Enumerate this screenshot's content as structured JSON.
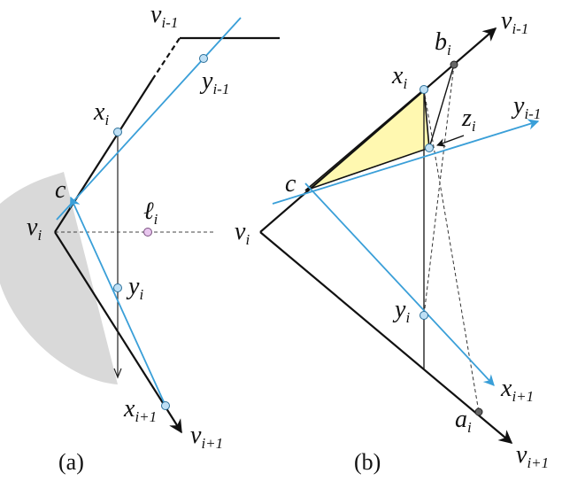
{
  "panel_a": {
    "caption": "(a)",
    "labels": {
      "v_prev": {
        "base": "v",
        "sub": "i-1"
      },
      "y_prev": {
        "base": "y",
        "sub": "i-1"
      },
      "x_i": {
        "base": "x",
        "sub": "i"
      },
      "c": {
        "base": "c",
        "sub": ""
      },
      "ell_i": {
        "base": "ℓ",
        "sub": "i"
      },
      "v_i": {
        "base": "v",
        "sub": "i"
      },
      "y_i": {
        "base": "y",
        "sub": "i"
      },
      "x_next": {
        "base": "x",
        "sub": "i+1"
      },
      "v_next": {
        "base": "v",
        "sub": "i+1"
      }
    }
  },
  "panel_b": {
    "caption": "(b)",
    "labels": {
      "b_i": {
        "base": "b",
        "sub": "i"
      },
      "v_prev": {
        "base": "v",
        "sub": "i-1"
      },
      "x_i": {
        "base": "x",
        "sub": "i"
      },
      "y_prev": {
        "base": "y",
        "sub": "i-1"
      },
      "z_i": {
        "base": "z",
        "sub": "i"
      },
      "c": {
        "base": "c",
        "sub": ""
      },
      "v_i": {
        "base": "v",
        "sub": "i"
      },
      "y_i": {
        "base": "y",
        "sub": "i"
      },
      "x_next": {
        "base": "x",
        "sub": "i+1"
      },
      "a_i": {
        "base": "a",
        "sub": "i"
      },
      "v_next": {
        "base": "v",
        "sub": "i+1"
      }
    }
  },
  "colors": {
    "edge": "#111111",
    "blue": "#3a9fd8",
    "point_fill": "#bfe0f5",
    "shade": "#d9d9d9",
    "triangle": "#fff8b0",
    "dark_point": "#555555",
    "ell_point": "#e8c6ee"
  }
}
